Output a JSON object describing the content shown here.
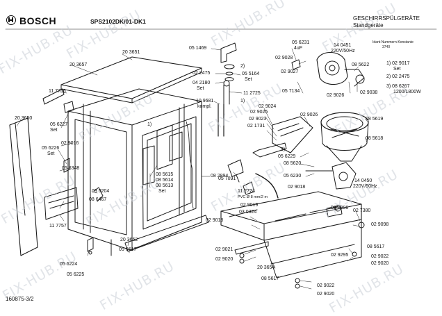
{
  "header": {
    "brand": "BOSCH",
    "model": "SPS2102DK/01-DK1",
    "category": "GESCHIRRSPÜLGERÄTE",
    "subcategory": "Standgeräte",
    "ident_label": "Idant-Nummern-Konstante",
    "ident_value": "3740"
  },
  "footer": {
    "page_code": "160875-3/2"
  },
  "watermark": {
    "text": "FIX-HUB.RU"
  },
  "colors": {
    "line": "#1a1a1a",
    "watermark": "#c9ced6"
  },
  "labels": {
    "l01": "20 3651",
    "l02": "20 3657",
    "l03": "11 7756",
    "l04": "20 3650",
    "l05": "05 6227",
    "l06": "Set",
    "l07": "05 6226",
    "l08": "Set",
    "l09": "02 9016",
    "l10": "05 6348",
    "l11": "1)",
    "l12": "08 5615",
    "l13": "08 5614",
    "l14": "08 5613",
    "l15": "Set",
    "l16": "03 0204",
    "l17": "08 6467",
    "l18": "11 7757",
    "l19": "05 6224",
    "l20": "05 6225",
    "l21": "20 3652",
    "l22": "05 6617",
    "l23": "08 2894",
    "l24": "05 1469",
    "l25": "02 2475",
    "l26": "04 2180",
    "l27": "Set",
    "l28": "05 5164",
    "l29": "Set",
    "l30": "11 2725",
    "l31": "10 9681",
    "l32": "kompl.",
    "l33": "05 7091",
    "l34": "11 2724",
    "l35": "PVC Ø 8 mm/2 m",
    "l36": "02 9019",
    "l37": "03 0324",
    "l38": "02 9018",
    "l39": "02 9021",
    "l40": "02 9020",
    "l41": "20 3654",
    "l42": "05 6231",
    "l43": "4uF",
    "l44": "14 0451",
    "l45": "220V/50Hz",
    "l46": "02 9028",
    "l47": "08 5622",
    "l48": "02 9027",
    "l49": "05 7134",
    "l50": "02 9026",
    "l51": "02 9038",
    "l52": "1) 02 9017",
    "l53": "Set",
    "l54": "2) 02 2475",
    "l55": "3) 08 6267",
    "l56": "1200/1800W",
    "l57": "02 9024",
    "l58": "02 9025",
    "l59": "02 9023",
    "l60": "02 1731",
    "l61": "3)",
    "l62": "02 9026",
    "l63": "08 5619",
    "l64": "08 5618",
    "l65": "05 6229",
    "l66": "08 5620",
    "l67": "05 6230",
    "l68": "14 0450",
    "l69": "220V/50Hz",
    "l70": "02 9018",
    "l71": "08 8986",
    "l72": "02 7380",
    "l73": "02 9098",
    "l74": "08 5617",
    "l75": "02 9295",
    "l76": "02 9022",
    "l77": "02 9020",
    "l78": "08 5617",
    "l79": "02 9022",
    "l80": "02 9020",
    "l81": "1)",
    "l82": "2)"
  }
}
